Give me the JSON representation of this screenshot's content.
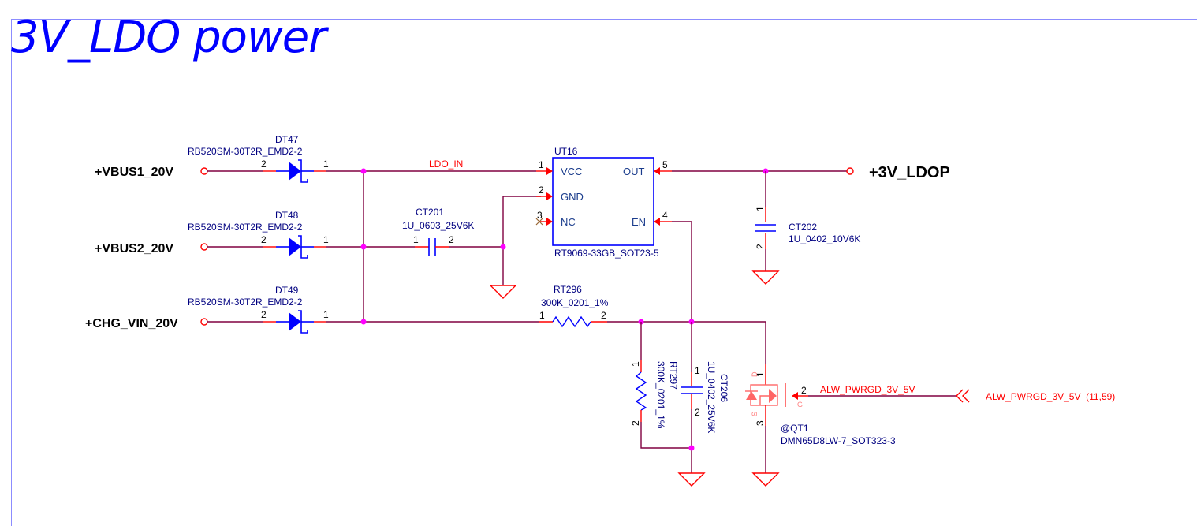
{
  "title": "3V_LDO power",
  "ports": {
    "vbus1": "+VBUS1_20V",
    "vbus2": "+VBUS2_20V",
    "chg_vin": "+CHG_VIN_20V",
    "out": "+3V_LDOP"
  },
  "diodes": [
    {
      "ref": "DT47",
      "part": "RB520SM-30T2R_EMD2-2",
      "pin_a": "2",
      "pin_k": "1"
    },
    {
      "ref": "DT48",
      "part": "RB520SM-30T2R_EMD2-2",
      "pin_a": "2",
      "pin_k": "1"
    },
    {
      "ref": "DT49",
      "part": "RB520SM-30T2R_EMD2-2",
      "pin_a": "2",
      "pin_k": "1"
    }
  ],
  "nets": {
    "ldo_in": "LDO_IN",
    "alw_pwrgd": "ALW_PWRGD_3V_5V",
    "alw_pwrgd_offpage": "ALW_PWRGD_3V_5V  (11,59)"
  },
  "ic": {
    "ref": "UT16",
    "part": "RT9069-33GB_SOT23-5",
    "pins": [
      {
        "num": "1",
        "name": "VCC"
      },
      {
        "num": "2",
        "name": "GND"
      },
      {
        "num": "3",
        "name": "NC"
      },
      {
        "num": "4",
        "name": "EN"
      },
      {
        "num": "5",
        "name": "OUT"
      }
    ]
  },
  "capacitors": [
    {
      "ref": "CT201",
      "value": "1U_0603_25V6K",
      "pin1": "1",
      "pin2": "2"
    },
    {
      "ref": "CT202",
      "value": "1U_0402_10V6K",
      "pin1": "1",
      "pin2": "2"
    },
    {
      "ref": "CT206",
      "value": "1U_0402_25V6K",
      "pin1": "1",
      "pin2": "2"
    }
  ],
  "resistors": [
    {
      "ref": "RT296",
      "value": "300K_0201_1%",
      "pin1": "1",
      "pin2": "2"
    },
    {
      "ref": "RT297",
      "value": "300K_0201_1%",
      "pin1": "1",
      "pin2": "2"
    }
  ],
  "mosfet": {
    "ref": "@QT1",
    "part": "DMN65D8LW-7_SOT323-3",
    "pin_d": "1",
    "pin_g": "2",
    "pin_s": "3",
    "lbl_d": "D",
    "lbl_g": "G",
    "lbl_s": "S"
  },
  "colors": {
    "title": "#0000ff",
    "wire": "#800040",
    "pin": "#ff0000",
    "component": "#0000ff",
    "junction": "#ff00ff",
    "net_label": "#ff0000",
    "frame": "#8c8cff"
  }
}
